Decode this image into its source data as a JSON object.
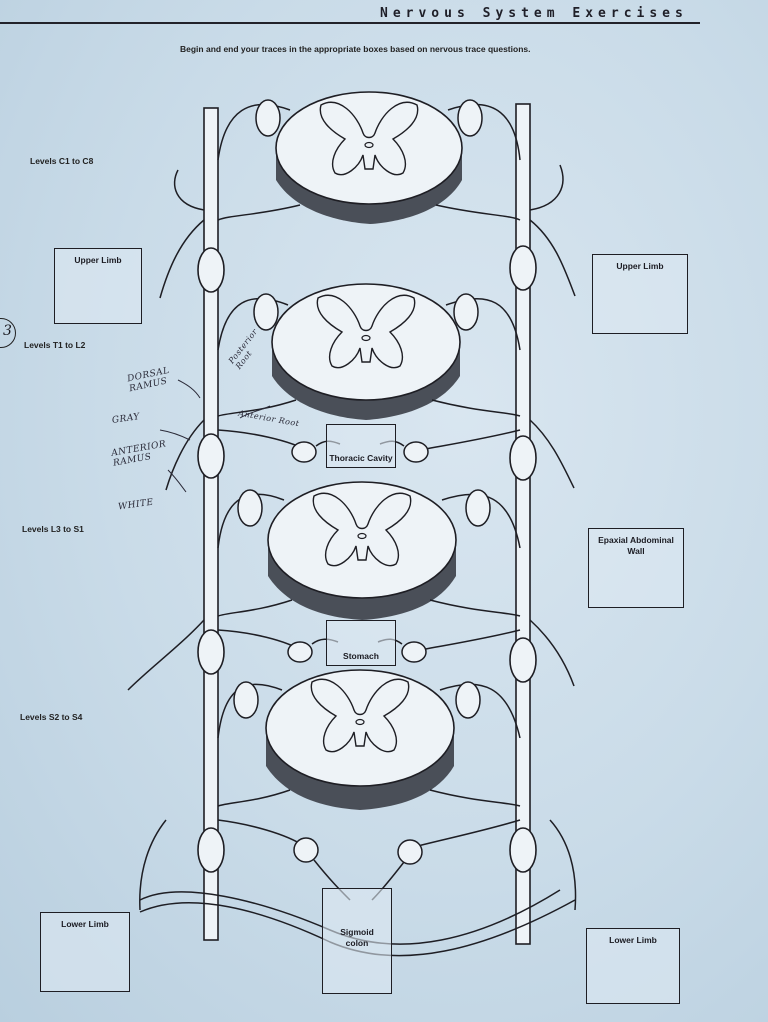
{
  "header": {
    "title": "Nervous System Exercises",
    "instruction": "Begin and end your traces in the appropriate boxes based on nervous trace questions."
  },
  "levels": [
    {
      "label": "Levels C1 to C8"
    },
    {
      "label": "Levels T1 to L2"
    },
    {
      "label": "Levels L3 to S1"
    },
    {
      "label": "Levels S2 to S4"
    }
  ],
  "boxes": {
    "upper_limb_left": "Upper Limb",
    "upper_limb_right": "Upper Limb",
    "thoracic_cavity": "Thoracic Cavity",
    "epaxial_line1": "Epaxial Abdominal",
    "epaxial_line2": "Wall",
    "stomach": "Stomach",
    "sigmoid_line1": "Sigmoid",
    "sigmoid_line2": "colon",
    "lower_limb_left": "Lower Limb",
    "lower_limb_right": "Lower Limb"
  },
  "annotations": {
    "question_number": "3",
    "dorsal_ramus_1": "DORSAL",
    "dorsal_ramus_2": "RAMUS",
    "gray": "GRAY",
    "anterior_ramus_1": "ANTERIOR",
    "anterior_ramus_2": "RAMUS",
    "white": "WHITE",
    "posterior_root_1": "Posterior",
    "posterior_root_2": "Root",
    "anterior_root": "Anterior Root"
  },
  "colors": {
    "ink": "#1e1e24",
    "cord_face": "#eef3f7",
    "cord_side": "#4a4f58",
    "background": "#c9dbe8"
  }
}
